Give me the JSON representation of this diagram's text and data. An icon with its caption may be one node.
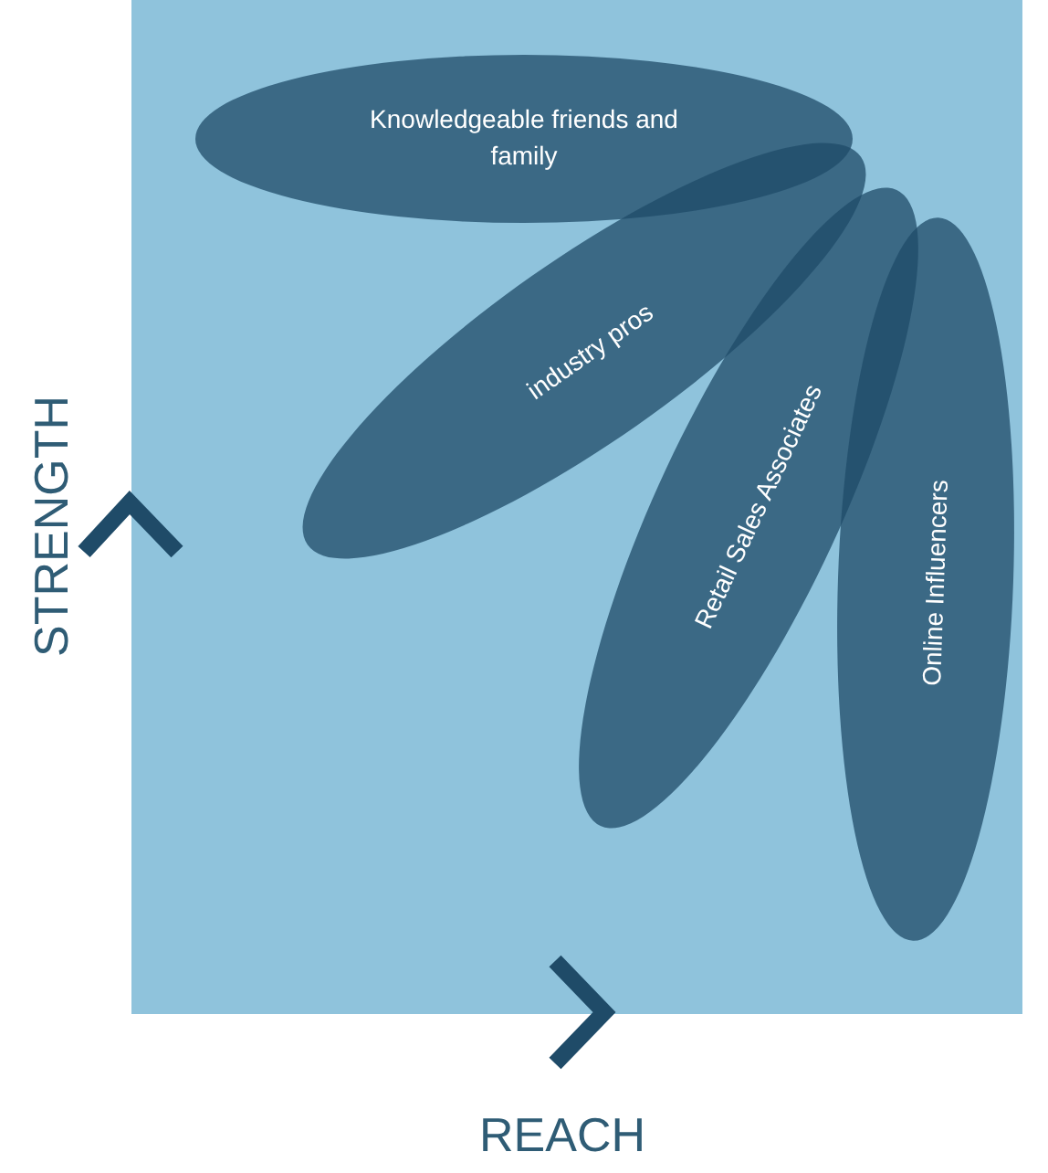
{
  "diagram": {
    "nodes": [
      {
        "text": [
          "Knowledgeable friends and family"
        ]
      },
      {
        "text": [
          "industry pros"
        ]
      },
      {
        "text": [
          "Retail Sales Associates"
        ]
      },
      {
        "text": [
          "Online Influencers"
        ]
      }
    ],
    "labels": [
      "STRENGTH",
      "REACH"
    ]
  }
}
